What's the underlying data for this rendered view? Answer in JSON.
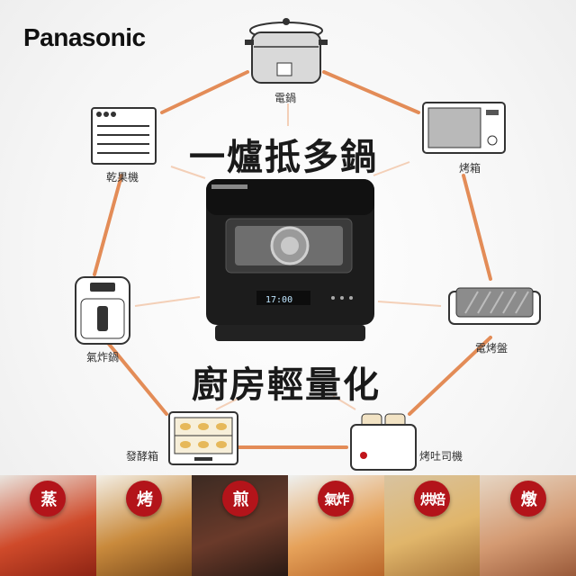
{
  "brand": "Panasonic",
  "headline_top": "一爐抵多鍋",
  "headline_bottom": "廚房輕量化",
  "oven_display": "17:00",
  "appliances": {
    "rice_cooker": "電鍋",
    "oven": "烤箱",
    "dryer": "乾果機",
    "grill_plate": "電烤盤",
    "air_fryer": "氣炸鍋",
    "toaster": "烤吐司機",
    "proofer": "發酵箱"
  },
  "functions": [
    "蒸",
    "烤",
    "煎",
    "氣炸",
    "烘焙",
    "燉"
  ],
  "colors": {
    "accent_line": "#e07a3c",
    "badge": "#b3141a"
  }
}
